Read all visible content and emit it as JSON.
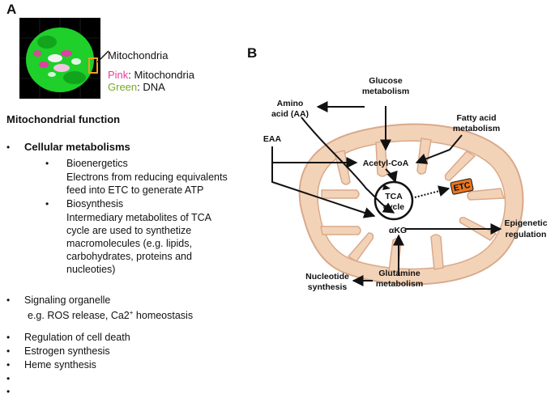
{
  "panel_a": {
    "label": "A",
    "callout": "Mitochondria",
    "legend_pink_key": "Pink",
    "legend_pink_text": ": Mitochondria",
    "legend_green_key": "Green",
    "legend_green_text": ": DNA",
    "heading": "Mitochondrial function",
    "bullet": "•",
    "sub_bullet": "•",
    "cellular": "Cellular metabolisms",
    "bioenergetics": "Bioenergetics",
    "bioenergetics_desc": [
      "Electrons from reducing equivalents",
      "feed into ETC to generate ATP"
    ],
    "biosynthesis": "Biosynthesis",
    "biosynthesis_desc": [
      "Intermediary metabolites of TCA",
      "cycle are used to synthetize",
      "macromolecules (e.g. lipids,",
      "carbohydrates, proteins and",
      "nucleoties)"
    ],
    "signaling": "Signaling organelle",
    "signaling_desc": "e.g. ROS release, Ca2",
    "signaling_sup": "+",
    "signaling_desc2": " homeostasis",
    "cell_death": "Regulation of cell death",
    "estrogen": "Estrogen synthesis",
    "heme": "Heme synthesis"
  },
  "panel_b": {
    "label": "B",
    "glucose": [
      "Glucose",
      "metabolism"
    ],
    "amino": [
      "Amino",
      "acid (AA)"
    ],
    "fatty": [
      "Fatty acid",
      "metabolism"
    ],
    "eaa": "EAA",
    "acetyl": "Acetyl-CoA",
    "tca": [
      "TCA",
      "cycle"
    ],
    "etc": "ETC",
    "akg": "αKG",
    "epigenetic": [
      "Epigenetic",
      "regulation"
    ],
    "nucleotide": [
      "Nucleotide",
      "synthesis"
    ],
    "glutamine": [
      "Glutamine",
      "metabolism"
    ]
  },
  "colors": {
    "membrane": "#f3d3b8",
    "membrane_stroke": "#d9a98a",
    "etc_fill": "#e87722",
    "micro_green": "#1fcf2a",
    "micro_pink": "#e040a0",
    "box_orange": "#f0a020"
  }
}
